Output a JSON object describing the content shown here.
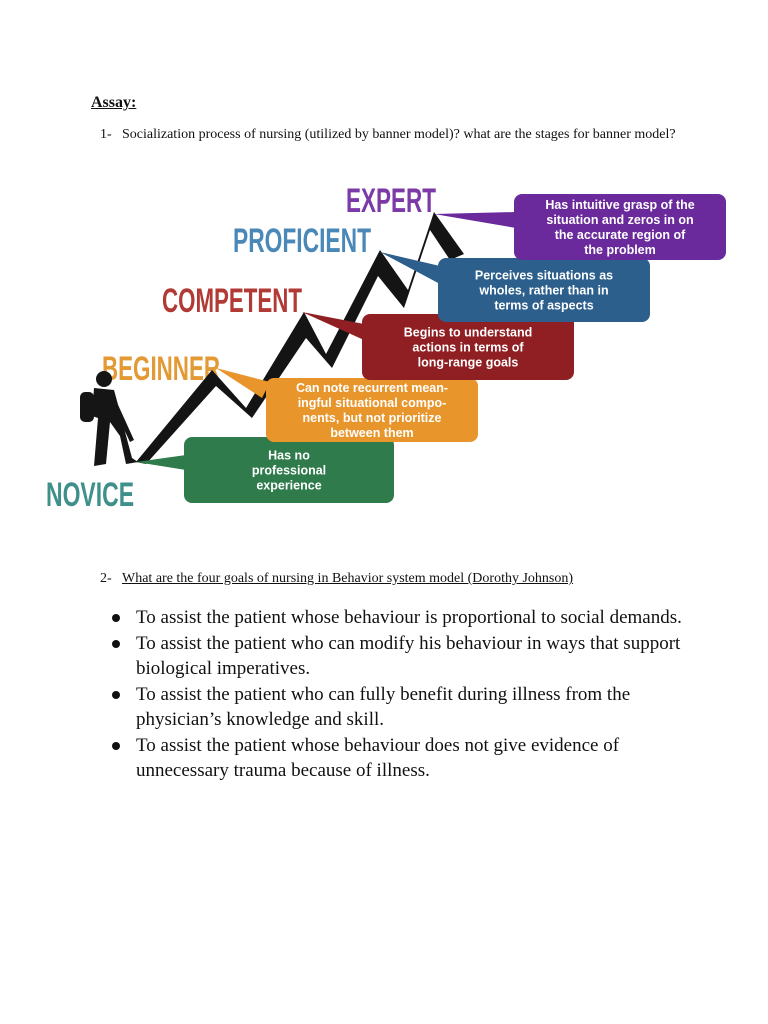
{
  "assay": {
    "title": "Assay:"
  },
  "question1": {
    "number": "1-",
    "text": "Socialization process of nursing (utilized by banner model)? what are the stages for banner model?"
  },
  "diagram": {
    "stages": [
      {
        "label": "NOVICE",
        "color": "#2f7b4b",
        "description": [
          "Has no",
          "professional",
          "experience"
        ]
      },
      {
        "label": "BEGINNER",
        "color": "#e8952b",
        "description": [
          "Can note recurrent mean-",
          "ingful situational compo-",
          "nents, but not prioritize",
          "between them"
        ]
      },
      {
        "label": "COMPETENT",
        "color": "#8f1f22",
        "description": [
          "Begins to understand",
          "actions in terms of",
          "long-range goals"
        ]
      },
      {
        "label": "PROFICIENT",
        "color": "#2c5f8c",
        "description": [
          "Perceives situations as",
          "wholes, rather than in",
          "terms of aspects"
        ]
      },
      {
        "label": "EXPERT",
        "color": "#6a2a9b",
        "description": [
          "Has intuitive grasp of the",
          "situation and zeros in on",
          "the accurate region of",
          "the problem"
        ]
      }
    ],
    "label_colors": {
      "novice": "#3f8f8b",
      "beginner": "#e39a35",
      "competent": "#b23a35",
      "proficient": "#4a88b8",
      "expert": "#7b3aa6"
    }
  },
  "question2": {
    "number": "2-",
    "text": "What are the four goals of nursing in Behavior system model (Dorothy Johnson)"
  },
  "goals": [
    "To assist the patient whose behaviour is proportional to social demands.",
    "To assist the patient who can modify his behaviour in ways that support biological imperatives.",
    "To assist the patient who can fully benefit during illness from the physician’s knowledge and skill.",
    "To assist the patient whose behaviour does not give evidence of unnecessary trauma because of illness."
  ]
}
